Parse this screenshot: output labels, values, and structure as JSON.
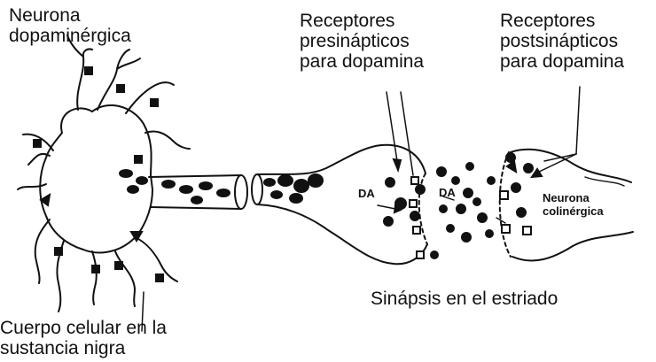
{
  "labels": {
    "neuron_title": [
      "Neurona",
      "dopaminérgica"
    ],
    "presynaptic": [
      "Receptores",
      "presinápticos",
      "para dopamina"
    ],
    "postsynaptic": [
      "Receptores",
      "postsinápticos",
      "para dopamina"
    ],
    "cell_body": [
      "Cuerpo celular en la",
      "sustancia nigra"
    ],
    "synapse": "Sinápsis en el estriado",
    "da_1": "DA",
    "da_2": "DA",
    "cholinergic": [
      "Neurona",
      "colinérgica"
    ]
  },
  "colors": {
    "ink": "#111111",
    "paper": "#ffffff"
  }
}
